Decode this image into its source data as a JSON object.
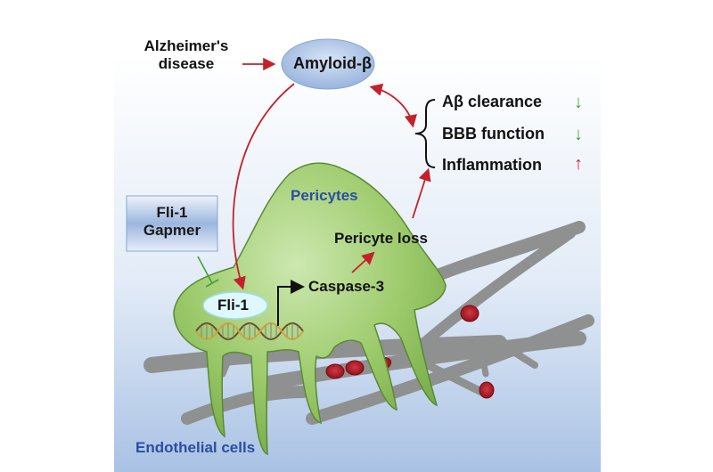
{
  "diagram": {
    "alzheimers": "Alzheimer's\ndisease",
    "amyloid": "Amyloid-β",
    "outcomes": [
      {
        "label": "Aβ clearance",
        "direction": "down",
        "symbol": "↓",
        "color": "#3fa334"
      },
      {
        "label": "BBB function",
        "direction": "down",
        "symbol": "↓",
        "color": "#3fa334"
      },
      {
        "label": "Inflammation",
        "direction": "up",
        "symbol": "↑",
        "color": "#d0202a"
      }
    ],
    "pericytes": "Pericytes",
    "gapmer": "Fli-1\nGapmer",
    "pericyte_loss": "Pericyte loss",
    "caspase": "Caspase-3",
    "fli1": "Fli-1",
    "endothelial": "Endothelial cells"
  },
  "colors": {
    "background_top": "#ffffff",
    "background_bottom": "#a9c2e4",
    "cell_green": "#8fc25c",
    "red_arrow": "#c3222a",
    "label_blue": "#2b4ea3",
    "vessel_gray": "#8f9090",
    "blood_cell": "#a4141f",
    "amyloid_ellipse": "#9db8e0",
    "fli1_ellipse": "#dff8ff"
  }
}
